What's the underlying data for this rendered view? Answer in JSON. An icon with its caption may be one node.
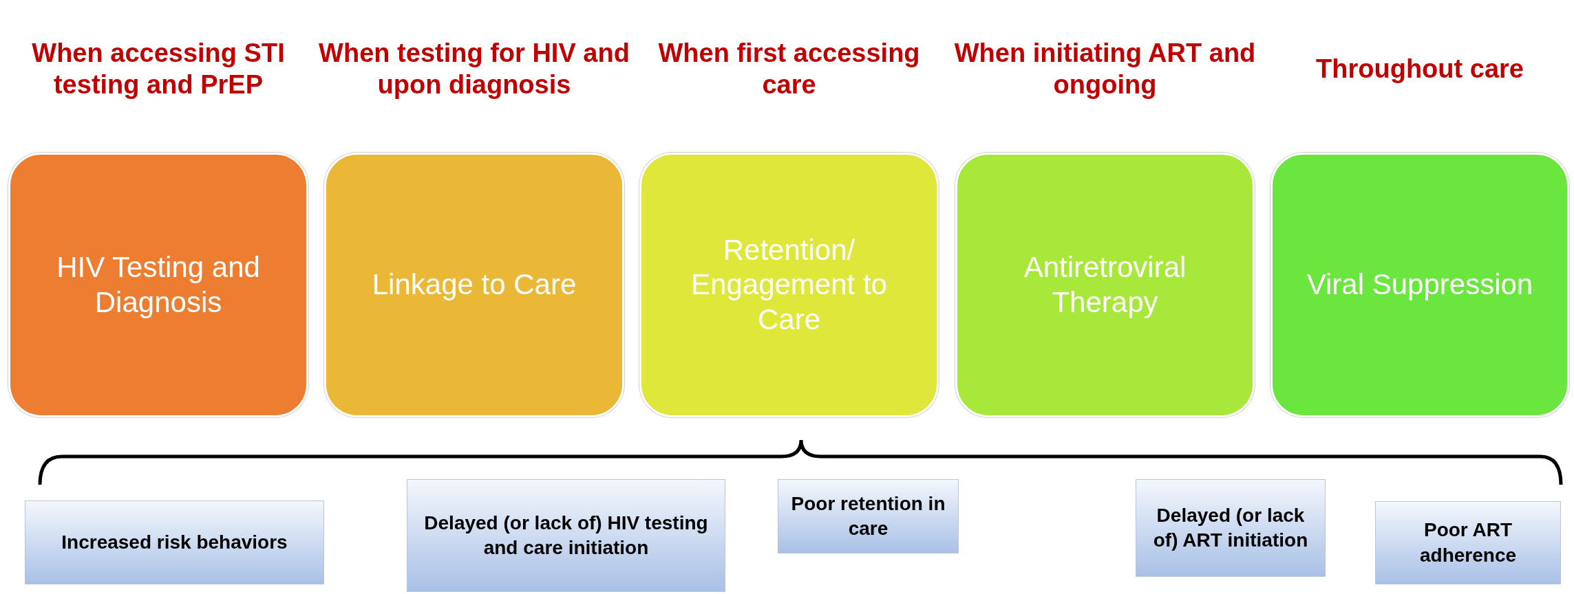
{
  "diagram": {
    "nodes": [
      {
        "text": [
          "When accessing STI testing and PrEP",
          "HIV Testing and Diagnosis"
        ]
      },
      {
        "text": [
          "When testing for HIV and upon diagnosis",
          "Linkage to Care"
        ]
      },
      {
        "text": [
          "When first accessing care",
          "Retention/ Engagement to Care"
        ]
      },
      {
        "text": [
          "When initiating ART and ongoing",
          "Antiretroviral Therapy"
        ]
      },
      {
        "text": [
          "Throughout care",
          "Viral Suppression"
        ]
      },
      {
        "text": [
          "Increased risk behaviors"
        ]
      },
      {
        "text": [
          "Delayed (or lack of) HIV testing and care initiation"
        ]
      },
      {
        "text": [
          "Poor retention in care"
        ]
      },
      {
        "text": [
          "Delayed (or lack of) ART initiation"
        ]
      },
      {
        "text": [
          "Poor ART adherence"
        ]
      }
    ]
  }
}
